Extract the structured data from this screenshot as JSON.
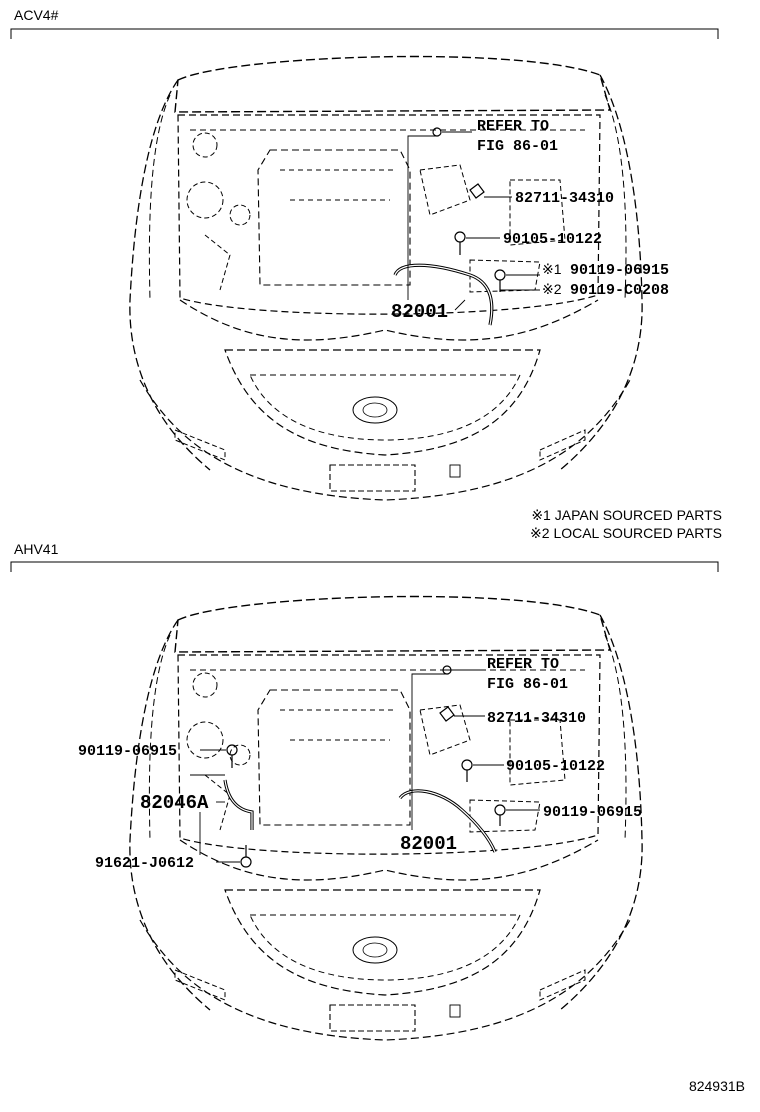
{
  "sections": [
    {
      "title": "ACV4#",
      "labels": {
        "refer_line1": "REFER TO",
        "refer_line2": "FIG 86-01",
        "p1": "82711-34310",
        "p2": "90105-10122",
        "p3_mark": "※1",
        "p3": "90119-06915",
        "p4_mark": "※2",
        "p4": "90119-C0208",
        "main": "82001"
      }
    },
    {
      "title": "AHV41",
      "labels": {
        "refer_line1": "REFER TO",
        "refer_line2": "FIG 86-01",
        "p1": "82711-34310",
        "p2": "90105-10122",
        "p3": "90119-06915",
        "main": "82001",
        "left1": "90119-06915",
        "left2": "82046A",
        "left3": "91621-J0612"
      }
    }
  ],
  "notes": [
    "※1 JAPAN SOURCED PARTS",
    "※2 LOCAL SOURCED PARTS"
  ],
  "figure_id": "824931B"
}
